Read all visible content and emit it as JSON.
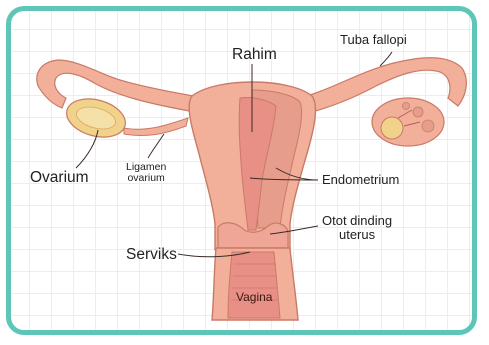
{
  "labels": {
    "rahim": "Rahim",
    "tuba_fallopi": "Tuba fallopi",
    "ovarium": "Ovarium",
    "ligamen_line1": "Ligamen",
    "ligamen_line2": "ovarium",
    "endometrium": "Endometrium",
    "otot_line1": "Otot dinding",
    "otot_line2": "uterus",
    "serviks": "Serviks",
    "vagina": "Vagina"
  },
  "colors": {
    "frame": "#5ec5b9",
    "tissue": "#f2b09a",
    "tissue_outline": "#c97a66",
    "inner_wall": "#e79d8b",
    "cavity": "#e88f86",
    "ovary_left": "#f1d28a",
    "grid": "#e9eef5"
  }
}
